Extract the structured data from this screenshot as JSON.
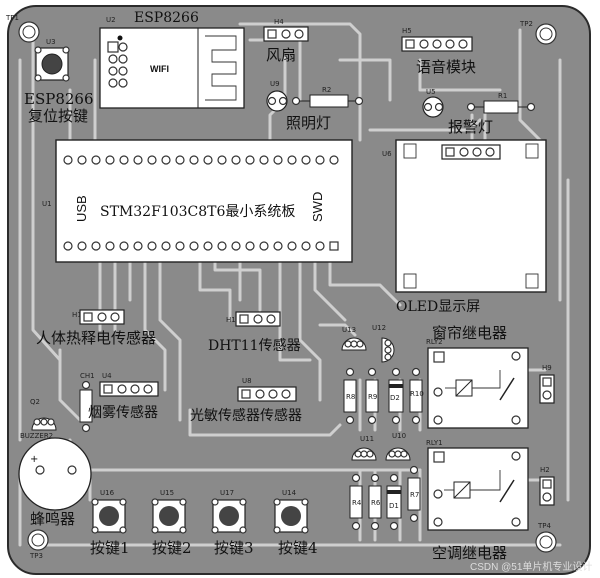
{
  "board": {
    "colors": {
      "board": "#8a8a8a",
      "edge": "#2b2b2b",
      "trace": "#cfcfcf",
      "silk": "#111111"
    },
    "title_module": "STM32F103C8T6最小系统板",
    "usb": "USB",
    "swd": "SWD",
    "wifi_module": {
      "name": "ESP8266",
      "chip_label": "WIFI",
      "ref": "U2"
    },
    "tp": [
      "TP1",
      "TP2",
      "TP3",
      "TP4"
    ],
    "refs": {
      "u1": "U1",
      "u3": "U3",
      "u4": "U4",
      "u5": "U5",
      "u6": "U6",
      "u8": "U8",
      "u9": "U9",
      "u10": "U10",
      "u11": "U11",
      "u12": "U12",
      "u13": "U13",
      "u14": "U14",
      "u15": "U15",
      "u16": "U16",
      "u17": "U17",
      "h1": "H1",
      "h2": "H2",
      "h4": "H4",
      "h5": "H5",
      "h9": "H9",
      "r1": "R1",
      "r2": "R2",
      "r4": "R4",
      "r6": "R6",
      "r7": "R7",
      "r8": "R8",
      "r9": "R9",
      "r10": "R10",
      "d1": "D1",
      "d2": "D2",
      "q2": "Q2",
      "buzzer": "BUZZER2",
      "ch1": "CH1",
      "rly1": "RLY1",
      "rly2": "RLY2",
      "plus": "+"
    },
    "labels": {
      "esp_reset_1": "ESP8266",
      "esp_reset_2": "复位按键",
      "fan": "风扇",
      "voice": "语音模块",
      "light": "照明灯",
      "alarm": "报警灯",
      "pir": "人体热释电传感器",
      "dht": "DHT11传感器",
      "smoke": "烟雾传感器",
      "ldr": "光敏传感器传感器",
      "oled": "OLED显示屏",
      "curtain_relay": "窗帘继电器",
      "ac_relay": "空调继电器",
      "buzzer": "蜂鸣器",
      "key1": "按键1",
      "key2": "按键2",
      "key3": "按键3",
      "key4": "按键4"
    },
    "watermark": "CSDN @51单片机专业设计"
  }
}
